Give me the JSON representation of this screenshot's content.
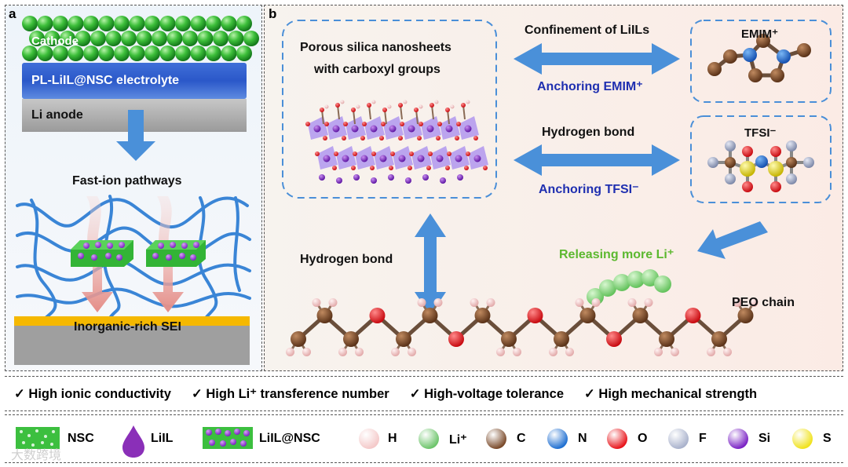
{
  "panel_a": {
    "label": "a",
    "cathode_label": "Cathode",
    "electrolyte_label": "PL-LiIL@NSC electrolyte",
    "anode_label": "Li anode",
    "pathways_label": "Fast-ion pathways",
    "sei_label": "Inorganic-rich SEI"
  },
  "panel_b": {
    "label": "b",
    "nanosheet_title_1": "Porous silica nanosheets",
    "nanosheet_title_2": "with carboxyl groups",
    "confinement_label": "Confinement of LiILs",
    "anchoring_emim_label": "Anchoring EMIM⁺",
    "emim_label": "EMIM⁺",
    "hbond_label_top": "Hydrogen bond",
    "anchoring_tfsi_label": "Anchoring TFSI⁻",
    "tfsi_label": "TFSI⁻",
    "releasing_label": "Releasing more Li⁺",
    "hbond_label_left": "Hydrogen bond",
    "peo_label": "PEO chain"
  },
  "features": [
    "High ionic conductivity",
    "High Li⁺ transference number",
    "High-voltage tolerance",
    "High mechanical strength"
  ],
  "legend": [
    {
      "label": "NSC",
      "icon": "nsc-icon"
    },
    {
      "label": "LiIL",
      "icon": "liil-drop-icon"
    },
    {
      "label": "LiIL@NSC",
      "icon": "liil-nsc-icon"
    },
    {
      "label": "H",
      "color": "#f4c9c9"
    },
    {
      "label": "Li⁺",
      "color": "#6cc46a"
    },
    {
      "label": "C",
      "color": "#7a4a2a"
    },
    {
      "label": "N",
      "color": "#1f6fd1"
    },
    {
      "label": "O",
      "color": "#e8151b"
    },
    {
      "label": "F",
      "color": "#a9b2cc"
    },
    {
      "label": "Si",
      "color": "#7a22c4"
    },
    {
      "label": "S",
      "color": "#f0e21c"
    }
  ],
  "watermark": "大数跨境",
  "colors": {
    "arrow_blue": "#4a90d9",
    "dashed_blue": "#4a8fd8",
    "label_blue": "#1f2fb0",
    "label_green": "#5cb82f",
    "sei_gold": "#f5b800"
  }
}
